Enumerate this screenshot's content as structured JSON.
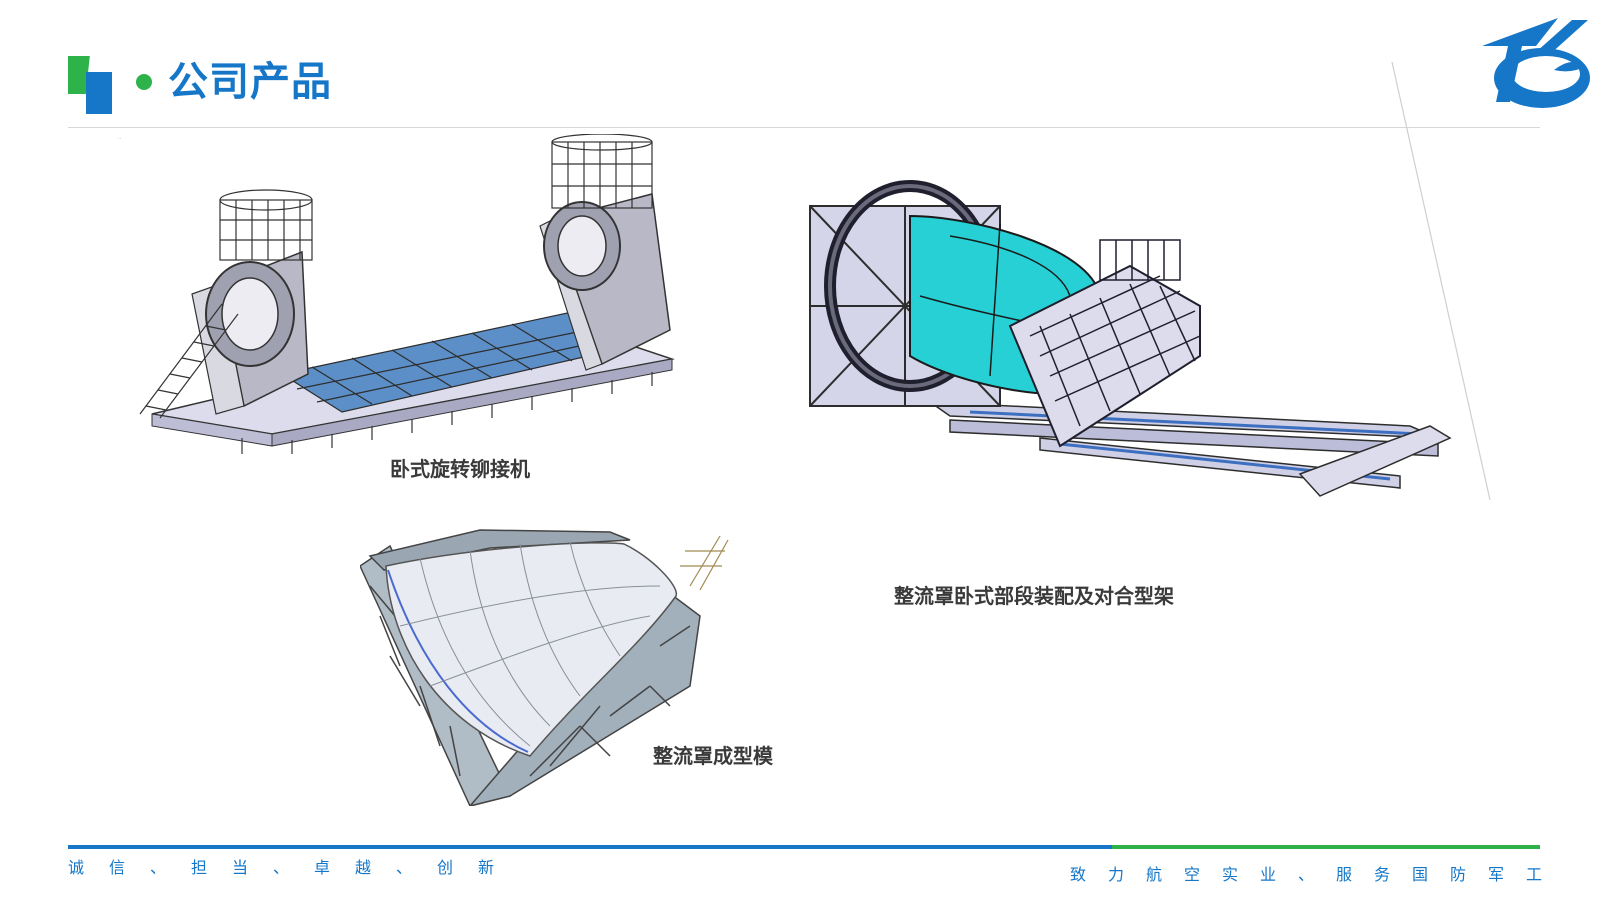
{
  "header": {
    "title": "公司产品"
  },
  "products": [
    {
      "caption": "卧式旋转铆接机"
    },
    {
      "caption": "整流罩卧式部段装配及对合型架"
    },
    {
      "caption": "整流罩成型模"
    }
  ],
  "footer": {
    "left_slogan": "诚信、担当、卓越、创新",
    "right_slogan": "致力航空实业、服务国防军工"
  },
  "colors": {
    "brand_blue": "#1677c8",
    "brand_green": "#2db34a"
  }
}
